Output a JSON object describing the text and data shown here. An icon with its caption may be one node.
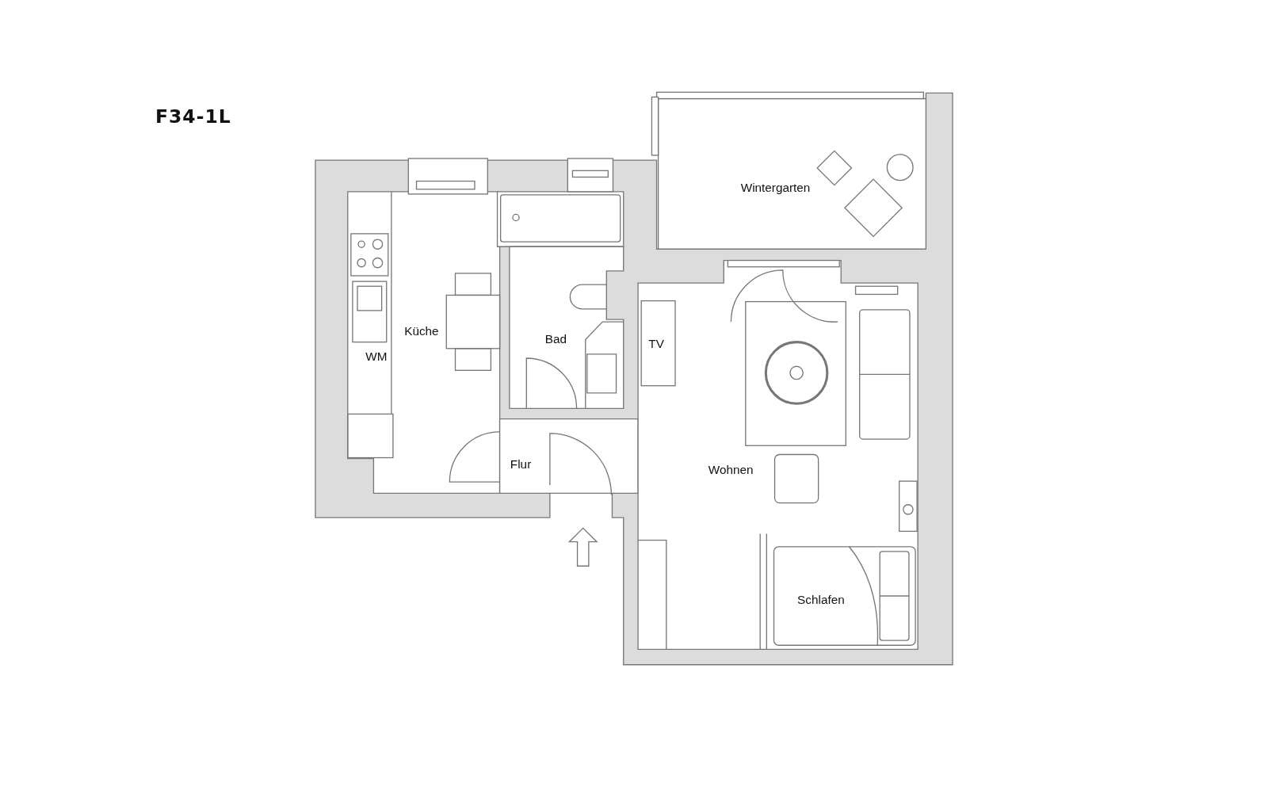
{
  "diagram": {
    "title": "F34-1L",
    "labels": [
      "Wintergarten",
      "Küche",
      "Bad",
      "TV",
      "WM",
      "Flur",
      "Wohnen",
      "Schlafen"
    ]
  }
}
